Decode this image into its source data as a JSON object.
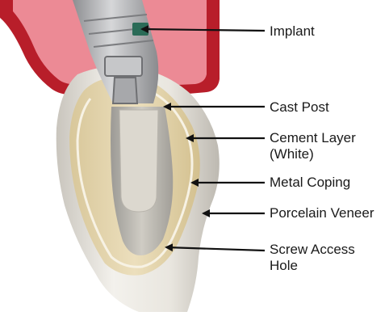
{
  "labels": {
    "implant": "Implant",
    "cast_post": "Cast Post",
    "cement_layer_line1": "Cement Layer",
    "cement_layer_line2": "(White)",
    "metal_coping": "Metal Coping",
    "porcelain_veneer": "Porcelain Veneer",
    "screw_access_line1": "Screw Access",
    "screw_access_line2": "Hole"
  },
  "colors": {
    "gum_outer": "#b81e2a",
    "gum_inner": "#ec8a95",
    "porcelain": "#e4e0d8",
    "coping": "#e3d4ac",
    "cement": "#f7f2e4",
    "metal": "#a9aaad",
    "implant_tip": "#2a6b57",
    "arrow": "#111111"
  }
}
